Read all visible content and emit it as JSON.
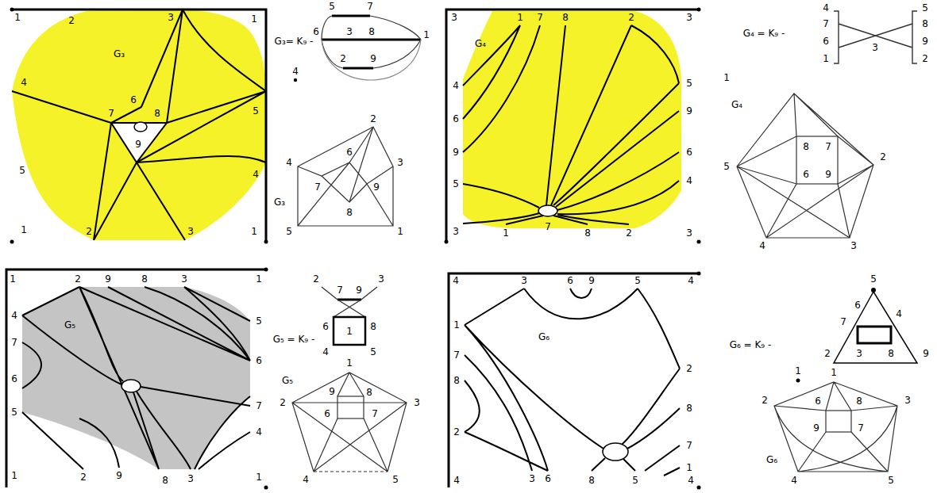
{
  "diagram": {
    "labels": [
      "1",
      "2",
      "3",
      "1",
      "G₃",
      "4",
      "5",
      "6",
      "8",
      "7",
      "9",
      "5",
      "4",
      "1",
      "2",
      "3",
      "1",
      "G₃= K₉ -",
      "5",
      "7",
      "6",
      "3",
      "8",
      "1",
      "2",
      "9",
      "4",
      "2",
      "4",
      "7",
      "6",
      "3",
      "9",
      "G₃",
      "8",
      "5",
      "1",
      "3",
      "1",
      "7",
      "8",
      "2",
      "3",
      "G₄",
      "4",
      "6",
      "9",
      "5",
      "3",
      "5",
      "9",
      "6",
      "4",
      "1",
      "7",
      "8",
      "2",
      "3",
      "G₄ = K₉ -",
      "4",
      "7",
      "6",
      "1",
      "3",
      "5",
      "8",
      "9",
      "2",
      "1",
      "G₄",
      "5",
      "2",
      "8",
      "7",
      "6",
      "9",
      "4",
      "3",
      "1",
      "2",
      "9",
      "8",
      "3",
      "1",
      "G₅",
      "4",
      "7",
      "6",
      "5",
      "6",
      "5",
      "7",
      "4",
      "1",
      "2",
      "9",
      "8",
      "3",
      "1",
      "2",
      "7",
      "9",
      "3",
      "G₅ = K₉ -",
      "6",
      "1",
      "8",
      "4",
      "5",
      "G₅",
      "1",
      "2",
      "3",
      "9",
      "8",
      "6",
      "7",
      "4",
      "5",
      "4",
      "3",
      "6",
      "9",
      "5",
      "4",
      "G₆",
      "1",
      "7",
      "2",
      "8",
      "8",
      "2",
      "7",
      "1",
      "4",
      "3",
      "6",
      "8",
      "5",
      "4",
      "5",
      "G₆ = K₉ -",
      "6",
      "4",
      "7",
      "2",
      "3",
      "8",
      "9",
      "1",
      "1",
      "2",
      "3",
      "6",
      "8",
      "9",
      "7",
      "G₆",
      "4",
      "5"
    ]
  }
}
